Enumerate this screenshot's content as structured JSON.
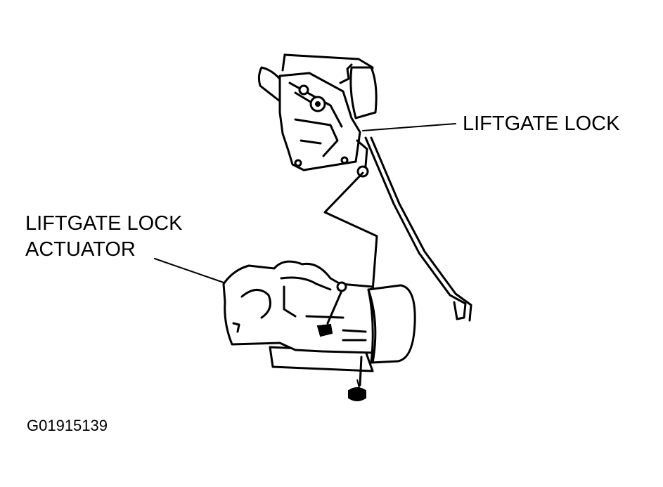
{
  "labels": {
    "liftgate_lock": "LIFTGATE LOCK",
    "actuator_line1": "LIFTGATE LOCK",
    "actuator_line2": "ACTUATOR",
    "figure_code": "G01915139"
  }
}
